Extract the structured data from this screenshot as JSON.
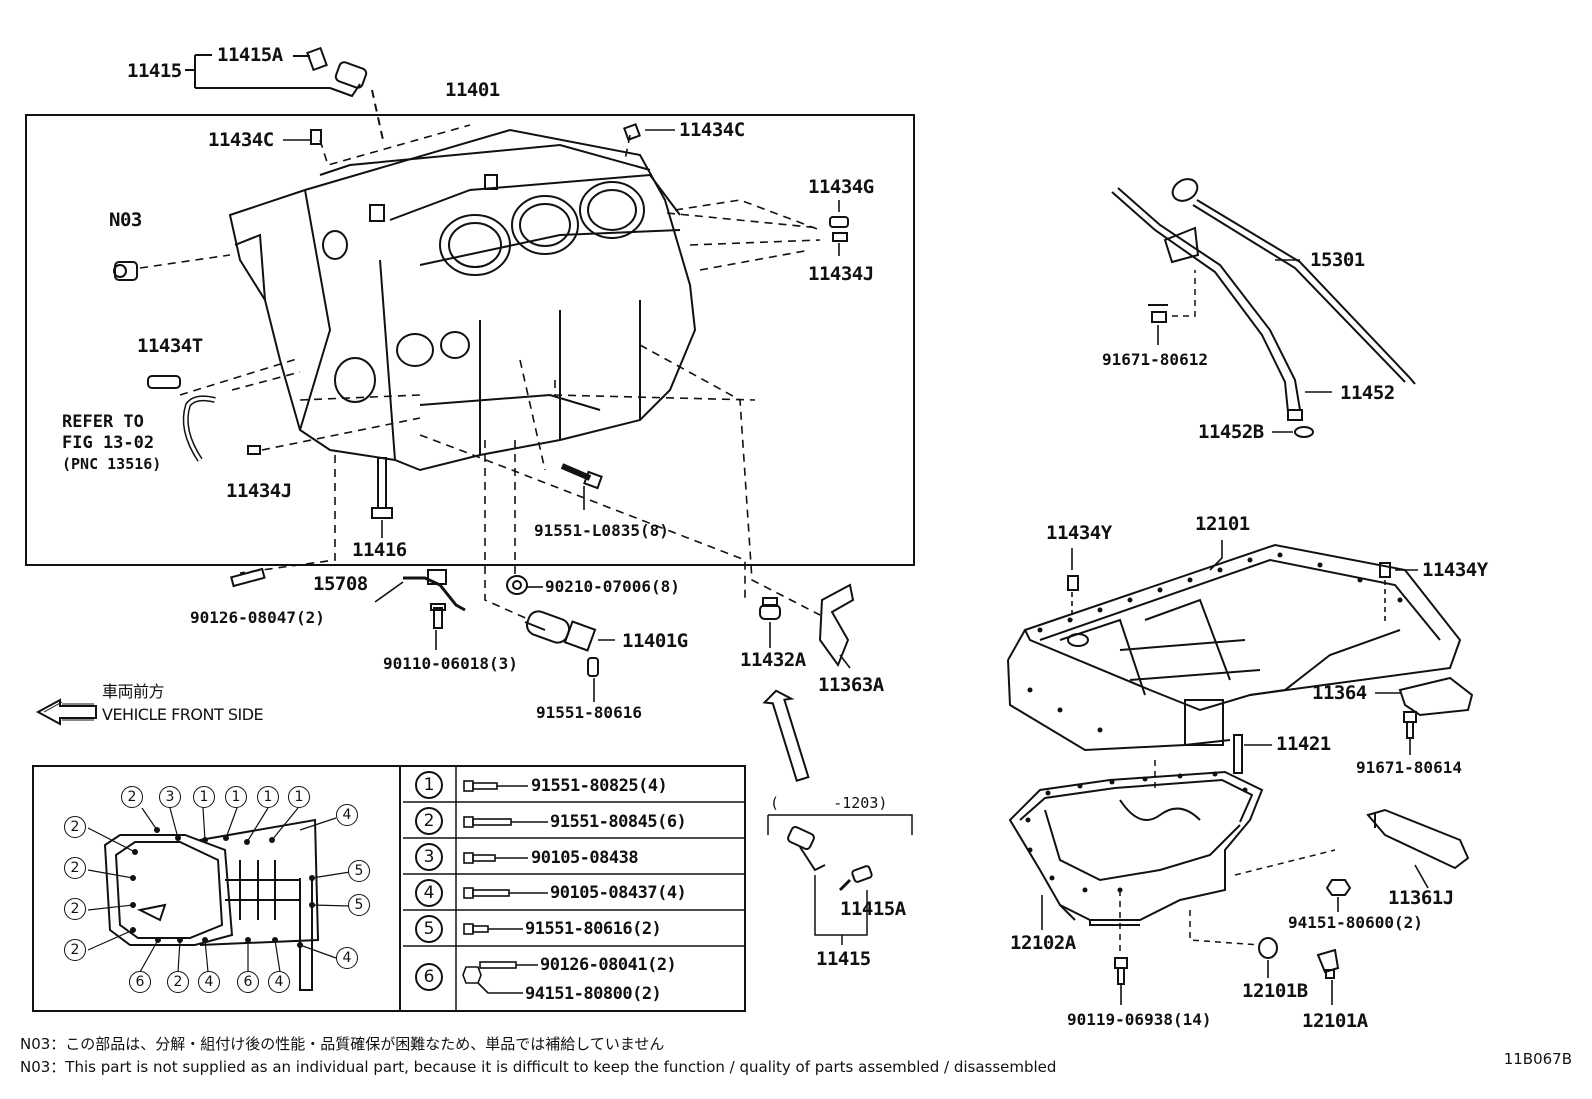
{
  "labels": {
    "p11415_top": "11415",
    "p11415A_top": "11415A",
    "p11401": "11401",
    "p11434C_left": "11434C",
    "p11434C_right": "11434C",
    "p11434G": "11434G",
    "p11434J_right": "11434J",
    "pN03": "N03",
    "p11434T": "11434T",
    "refer1": "REFER TO",
    "refer2": "FIG 13-02",
    "refer3": "(PNC 13516)",
    "p11434J_left": "11434J",
    "p11416": "11416",
    "p91551L0835": "91551-L0835(8)",
    "p15708": "15708",
    "p90210": "90210-07006(8)",
    "p90126_08047": "90126-08047(2)",
    "p90110": "90110-06018(3)",
    "p11401G": "11401G",
    "p91551_80616": "91551-80616",
    "p11432A": "11432A",
    "p11363A": "11363A",
    "p15301": "15301",
    "p91671_80612": "91671-80612",
    "p11452": "11452",
    "p11452B": "11452B",
    "p11434Y_left": "11434Y",
    "p12101": "12101",
    "p11434Y_right": "11434Y",
    "p11364": "11364",
    "p11421": "11421",
    "p91671_80614": "91671-80614",
    "p11361J": "11361J",
    "p94151_80600": "94151-80600(2)",
    "p12102A": "12102A",
    "p12101B": "12101B",
    "p12101A": "12101A",
    "p90119": "90119-06938(14)",
    "range": "(      -1203)",
    "p11415A_bottom": "11415A",
    "p11415_bottom": "11415"
  },
  "direction": {
    "jp": "車両前方",
    "en": "VEHICLE FRONT SIDE"
  },
  "bolt_table": [
    {
      "num": "1",
      "parts": [
        "91551-80825(4)"
      ]
    },
    {
      "num": "2",
      "parts": [
        "91551-80845(6)"
      ]
    },
    {
      "num": "3",
      "parts": [
        "90105-08438"
      ]
    },
    {
      "num": "4",
      "parts": [
        "90105-08437(4)"
      ]
    },
    {
      "num": "5",
      "parts": [
        "91551-80616(2)"
      ]
    },
    {
      "num": "6",
      "parts": [
        "90126-08041(2)",
        "94151-80800(2)"
      ]
    }
  ],
  "key_markers": [
    "1",
    "2",
    "3",
    "4",
    "5",
    "6"
  ],
  "notes": {
    "jp": "N03：この部品は、分解・組付け後の性能・品質確保が困難なため、単品では補給していません",
    "en": "N03：This part is not supplied as an individual part, because it is difficult to keep the function / quality of parts  assembled / disassembled"
  },
  "figure_code": "11B067B"
}
